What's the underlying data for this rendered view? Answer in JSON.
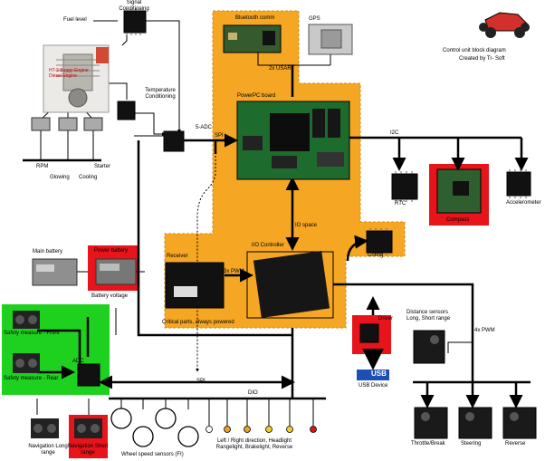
{
  "title": "Control unit block diagram",
  "author": "Created by Tr- Soft",
  "colors": {
    "orange_zone": "#f5a623",
    "green_zone": "#1fd11f",
    "red_zone": "#e8141b",
    "usb_blue": "#1d4fb8"
  },
  "labels": {
    "fuel_level": "Fuel level",
    "signal_conditioning": "Signal Conditioning",
    "temperature_conditioning": "Temperature Conditioning",
    "adc5": "5-ADC",
    "spi_top": "SPI",
    "rpm": "RPM",
    "glowing": "Glowing",
    "cooling": "Cooling",
    "starter": "Starter",
    "bluetooth": "Bluetooth comm",
    "gps": "GPS",
    "usart": "2x USART",
    "powerpc": "PowerPC board",
    "i2c": "I2C",
    "rtc": "RTC",
    "compass": "Compass",
    "accelerometer": "Accelerometer",
    "io_space": "IO space",
    "io_controller": "I/O Controller",
    "config": "Config",
    "receiver": "Receiver",
    "pwm3": "3x PWM",
    "critical": "Critical parts, always powered",
    "main_battery": "Main battery",
    "power_battery": "Power battery",
    "battery_voltage": "Battery voltage",
    "safety_front": "Safety measure - Front",
    "safety_rear": "Safety measure - Rear",
    "adc": "ADC",
    "spi_bottom": "SPI",
    "dio": "DIO",
    "driver": "Driver",
    "usb_logo": "USB",
    "usb_device": "USB Device",
    "distance_sensors": "Distance sensors Long, Short range",
    "pwm4": "4x PWM",
    "throttle": "Throttle/Break",
    "steering": "Steering",
    "reverse": "Reverse",
    "nav_long": "Navigation Long range",
    "nav_short": "Navigation Short range",
    "wheel_speed": "Wheel speed sensors (FI)",
    "lights": "Left / Right direction, Headlight Rangelight, Brakelight, Reverse",
    "engine_overlay": "HT-3 Buggy-Engine Diesel Engine"
  }
}
